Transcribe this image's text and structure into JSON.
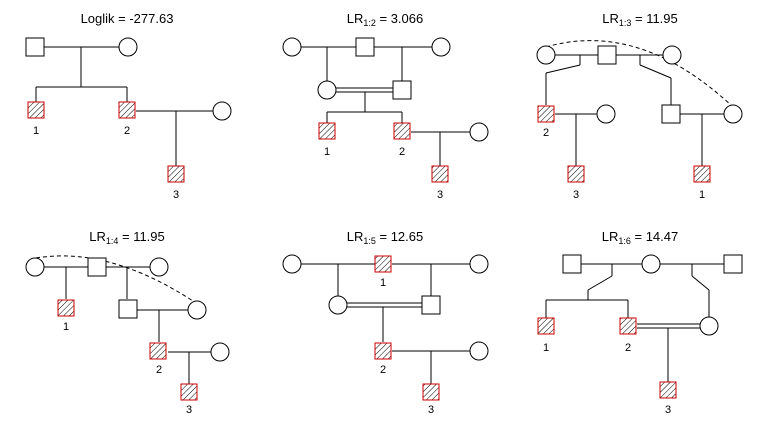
{
  "colors": {
    "line": "#000000",
    "affected_border": "#cc0000",
    "hatch": "#000000",
    "background": "#ffffff"
  },
  "panels": [
    {
      "title_prefix": "Loglik = -277.63",
      "title_sub": "",
      "title_suffix": "",
      "labels": [
        "1",
        "2",
        "3"
      ]
    },
    {
      "title_prefix": "LR",
      "title_sub": "1:2",
      "title_suffix": " = 3.066",
      "labels": [
        "1",
        "2",
        "3"
      ]
    },
    {
      "title_prefix": "LR",
      "title_sub": "1:3",
      "title_suffix": " = 11.95",
      "labels": [
        "2",
        "3",
        "1"
      ]
    },
    {
      "title_prefix": "LR",
      "title_sub": "1:4",
      "title_suffix": " = 11.95",
      "labels": [
        "1",
        "2",
        "3"
      ]
    },
    {
      "title_prefix": "LR",
      "title_sub": "1:5",
      "title_suffix": " = 12.65",
      "labels": [
        "1",
        "2",
        "3"
      ]
    },
    {
      "title_prefix": "LR",
      "title_sub": "1:6",
      "title_suffix": " = 14.47",
      "labels": [
        "1",
        "2",
        "3"
      ]
    }
  ]
}
